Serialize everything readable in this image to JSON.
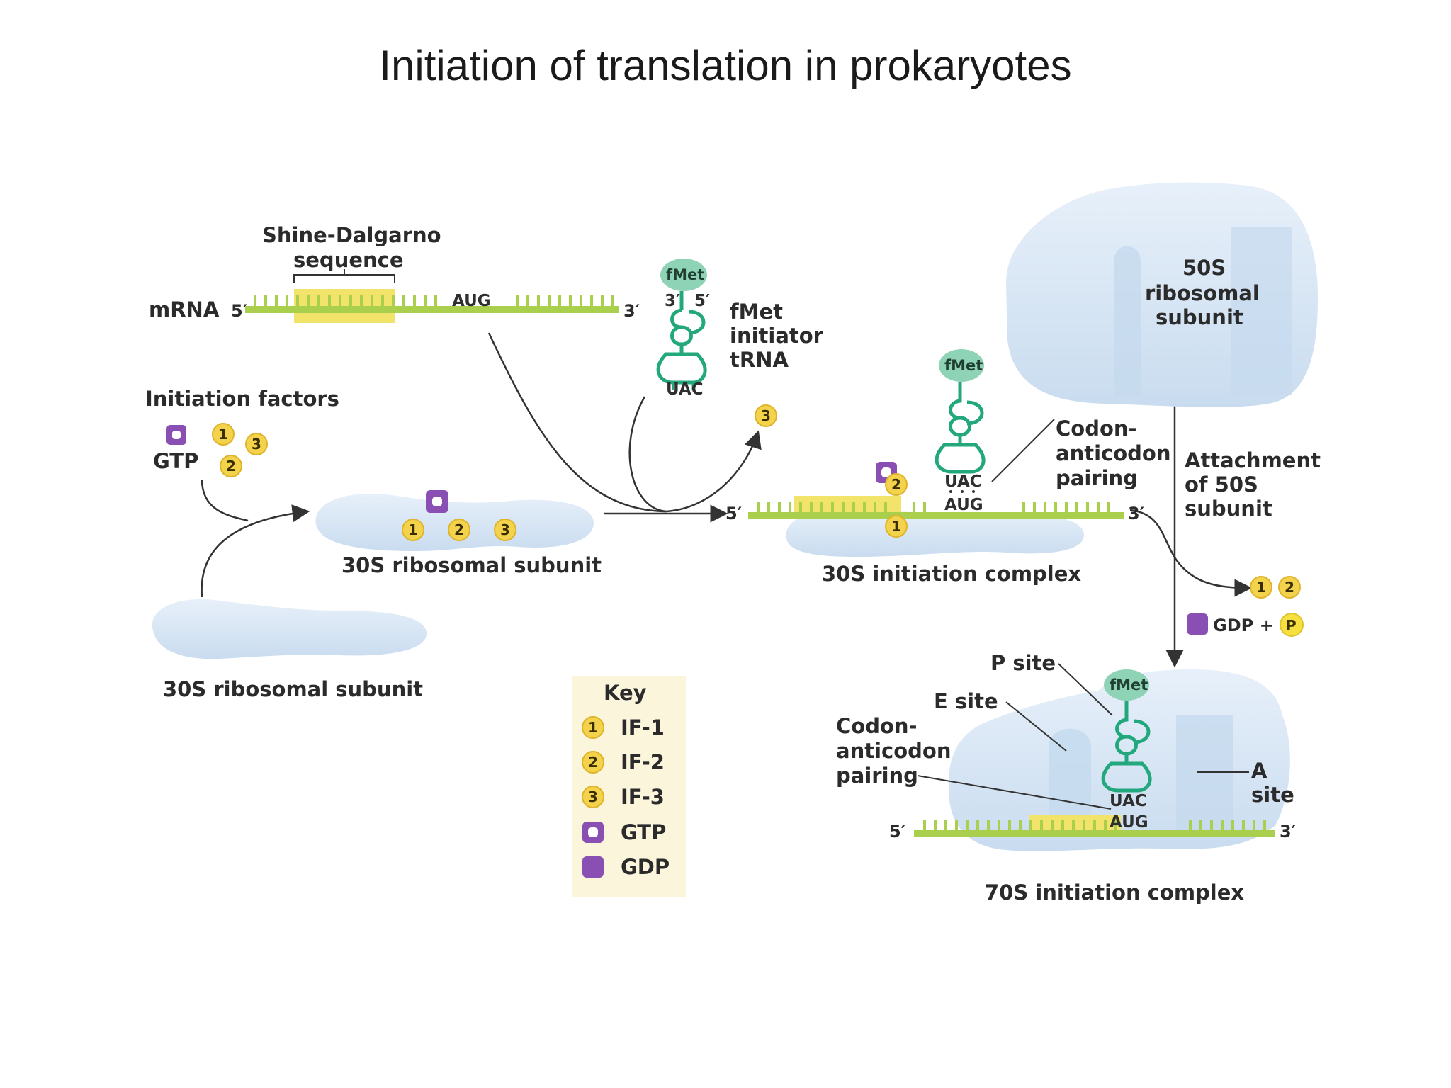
{
  "title": "Initiation of translation in prokaryotes",
  "labels": {
    "shine_dalgarno_line1": "Shine-Dalgarno",
    "shine_dalgarno_line2": "sequence",
    "mrna": "mRNA",
    "five_prime": "5′",
    "three_prime": "3′",
    "aug": "AUG",
    "uac": "UAC",
    "fmet": "fMet",
    "fmet_trna_line1": "fMet",
    "fmet_trna_line2": "initiator",
    "fmet_trna_line3": "tRNA",
    "initiation_factors": "Initiation factors",
    "gtp": "GTP",
    "subunit_30s": "30S ribosomal subunit",
    "initiation_complex_30s": "30S initiation complex",
    "codon_anticodon_line1": "Codon-",
    "codon_anticodon_line2": "anticodon",
    "codon_anticodon_line3": "pairing",
    "subunit_50s_line1": "50S",
    "subunit_50s_line2": "ribosomal",
    "subunit_50s_line3": "subunit",
    "attachment_line1": "Attachment",
    "attachment_line2": "of 50S",
    "attachment_line3": "subunit",
    "gdp_plus": "GDP +",
    "p": "P",
    "p_site": "P site",
    "e_site": "E site",
    "a_site_line1": "A",
    "a_site_line2": "site",
    "initiation_complex_70s": "70S initiation complex"
  },
  "factor_numbers": {
    "if1": "1",
    "if2": "2",
    "if3": "3"
  },
  "key": {
    "title": "Key",
    "items": [
      {
        "symbol": "1",
        "label": "IF-1"
      },
      {
        "symbol": "2",
        "label": "IF-2"
      },
      {
        "symbol": "3",
        "label": "IF-3"
      },
      {
        "symbol": "gtp-square-icon",
        "label": "GTP"
      },
      {
        "symbol": "gdp-square-icon",
        "label": "GDP"
      }
    ]
  },
  "colors": {
    "mrna_green": "#a9cf4d",
    "shine_dalgarno_yellow": "#f2e36a",
    "trna_teal": "#23a87e",
    "fmet_fill": "#8fd3b6",
    "ribosome_fill": "#d6e6f6",
    "factor_yellow": "#f3d24c",
    "gtp_purple": "#8a4fb2",
    "key_bg": "#fbf5dc"
  }
}
